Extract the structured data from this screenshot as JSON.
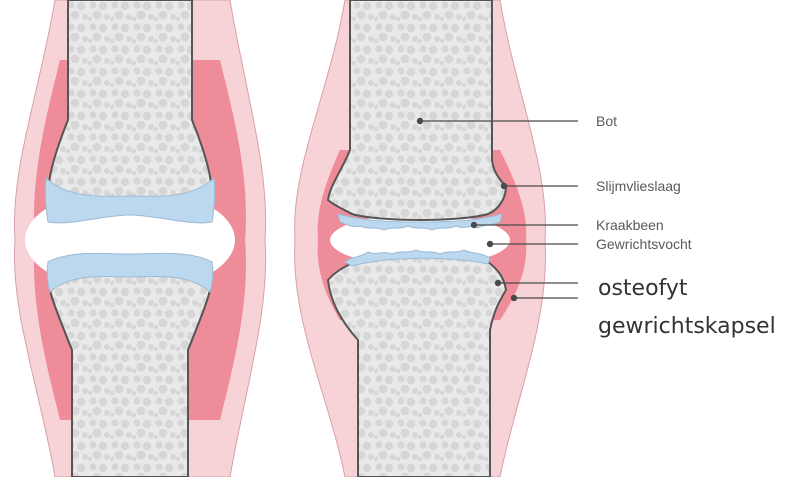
{
  "diagram": {
    "labels": {
      "bot": "Bot",
      "slijmvlieslaag": "Slijmvlieslaag",
      "kraakbeen": "Kraakbeen",
      "gewrichtsvocht": "Gewrichtsvocht",
      "osteofyt": "osteofyt",
      "gewrichtskapsel": "gewrichtskapsel"
    },
    "colors": {
      "bone": "#e9e9e9",
      "bone_texture": "#d6d6d6",
      "cartilage": "#bcd8ef",
      "synovium": "#ee8c99",
      "capsule": "#f7d3d7",
      "outline": "#555555"
    }
  }
}
